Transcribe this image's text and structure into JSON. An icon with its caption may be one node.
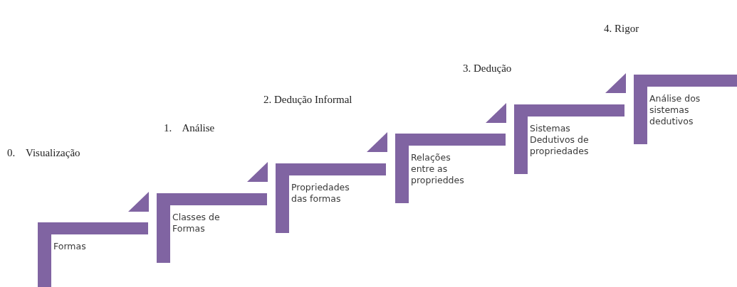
{
  "diagram": {
    "nodes": [
      {
        "text": [
          "Formas"
        ]
      },
      {
        "text": [
          "Classes de Formas"
        ]
      },
      {
        "text": [
          "Propriedades das formas"
        ]
      },
      {
        "text": [
          "Relações entre as proprieddes"
        ]
      },
      {
        "text": [
          "Sistemas Dedutivos de propriedades"
        ]
      },
      {
        "text": [
          "Análise dos sistemas dedutivos"
        ]
      }
    ],
    "labels": [
      "0.    Visualização",
      "1.    Análise",
      "2. Dedução Informal",
      "3. Dedução",
      "4. Rigor"
    ]
  }
}
